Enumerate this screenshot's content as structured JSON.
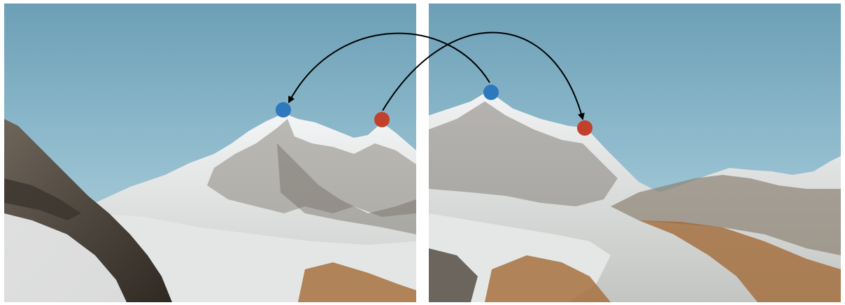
{
  "figure": {
    "left_photo": "mountain-peak-view-1",
    "right_photo": "mountain-peak-view-2",
    "colors": {
      "sky_top": "#3f7e97",
      "sky_bottom": "#b7d3de",
      "snow": "#eef1f2",
      "rock_dark": "#4a4037",
      "rock_mid": "#8a7a66",
      "rock_brown": "#a56a3a",
      "marker_blue": "#2e78bd",
      "marker_red": "#c2412c",
      "arrow": "#000000"
    },
    "correspondences": [
      {
        "color": "blue",
        "from": "right-image",
        "to": "left-image"
      },
      {
        "color": "red",
        "from": "left-image",
        "to": "right-image"
      }
    ]
  }
}
